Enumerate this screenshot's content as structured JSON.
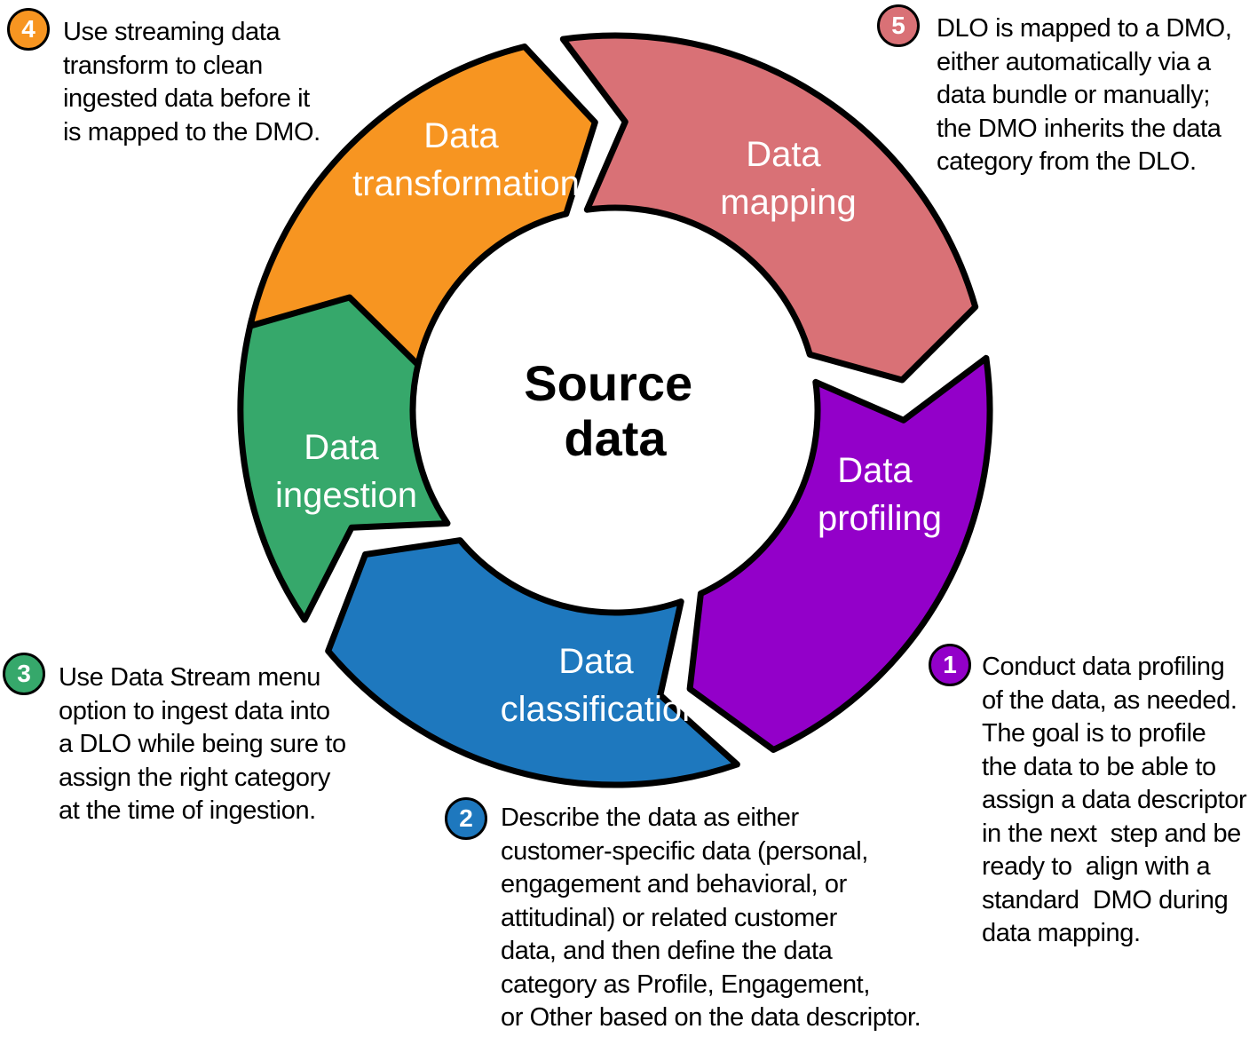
{
  "center": {
    "line1": "Source",
    "line2": "data"
  },
  "segments": [
    {
      "id": "transformation",
      "line1": "Data",
      "line2": "transformation",
      "color": "#F79521"
    },
    {
      "id": "mapping",
      "line1": "Data",
      "line2": "mapping",
      "color": "#D97176"
    },
    {
      "id": "profiling",
      "line1": "Data",
      "line2": "profiling",
      "color": "#9300C9"
    },
    {
      "id": "classification",
      "line1": "Data",
      "line2": "classification",
      "color": "#1E78BE"
    },
    {
      "id": "ingestion",
      "line1": "Data",
      "line2": "ingestion",
      "color": "#36A86B"
    }
  ],
  "notes": {
    "n4": {
      "number": "4",
      "color": "#F79521",
      "lines": [
        "Use streaming data",
        "transform to clean",
        "ingested data before it",
        "is mapped to the DMO."
      ]
    },
    "n5": {
      "number": "5",
      "color": "#D97176",
      "lines": [
        "DLO is mapped to a DMO,",
        "either automatically via a",
        "data bundle or manually;",
        "the DMO inherits the data",
        "category from the DLO."
      ]
    },
    "n3": {
      "number": "3",
      "color": "#36A86B",
      "lines": [
        "Use Data Stream menu",
        "option to ingest data into",
        "a DLO while being sure to",
        "assign the right category",
        "at the time of ingestion."
      ]
    },
    "n1": {
      "number": "1",
      "color": "#9300C9",
      "lines": [
        "Conduct data profiling",
        "of the data, as needed.",
        "The goal is to profile",
        "the data to be able to",
        "assign a data descriptor",
        "in the next  step and be",
        "ready to  align with a",
        "standard  DMO during",
        "data mapping."
      ]
    },
    "n2": {
      "number": "2",
      "color": "#1E78BE",
      "lines": [
        "Describe the data as either",
        "customer-specific data (personal,",
        "engagement and behavioral, or",
        "attitudinal) or related customer",
        "data, and then define the data",
        "category as Profile, Engagement,",
        "or Other based on the data descriptor."
      ]
    }
  }
}
